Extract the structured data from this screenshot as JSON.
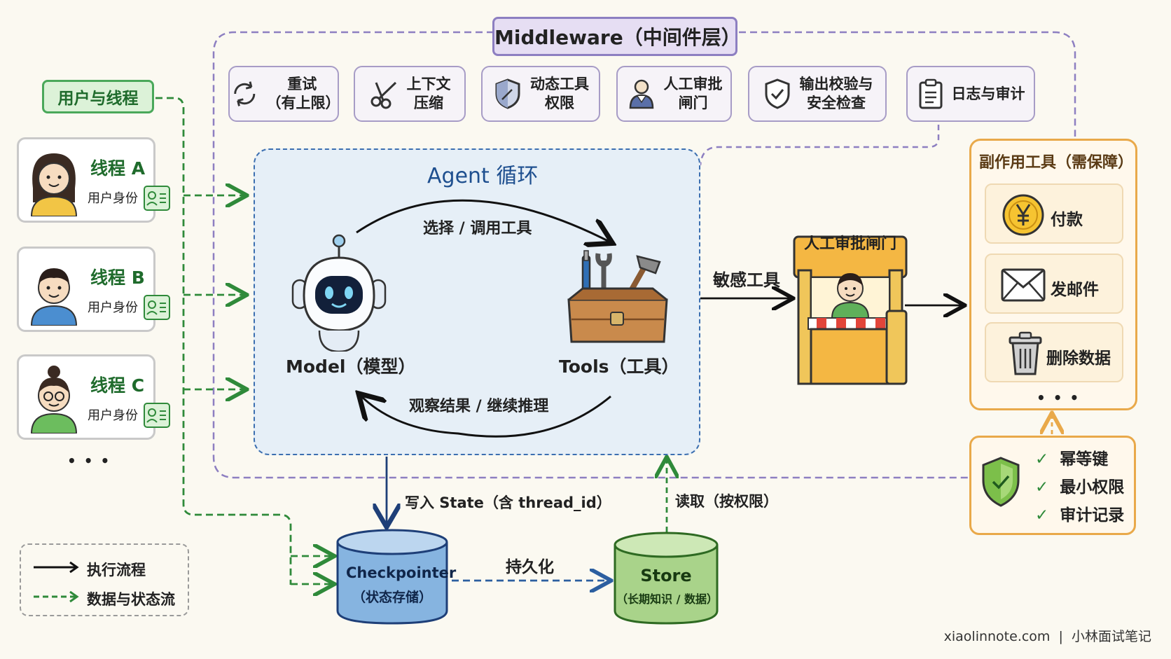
{
  "middleware": {
    "title": "Middleware（中间件层）",
    "items": [
      {
        "label": "重试\n（有上限）",
        "icon": "retry-icon"
      },
      {
        "label": "上下文\n压缩",
        "icon": "scissors-icon"
      },
      {
        "label": "动态工具\n权限",
        "icon": "shield-icon"
      },
      {
        "label": "人工审批\n闸门",
        "icon": "person-icon"
      },
      {
        "label": "输出校验与\n安全检查",
        "icon": "shield-check-icon"
      },
      {
        "label": "日志与审计",
        "icon": "clipboard-icon"
      }
    ]
  },
  "users": {
    "label": "用户与线程",
    "threads": [
      {
        "name": "线程 A",
        "id_label": "用户身份"
      },
      {
        "name": "线程 B",
        "id_label": "用户身份"
      },
      {
        "name": "线程 C",
        "id_label": "用户身份"
      }
    ],
    "more": "• • •"
  },
  "agent": {
    "title": "Agent 循环",
    "model_label": "Model（模型）",
    "tools_label": "Tools（工具）",
    "top_arrow": "选择 / 调用工具",
    "bottom_arrow": "观察结果 / 继续推理"
  },
  "gate": {
    "sensitive_label": "敏感工具",
    "title": "人工审批闸门"
  },
  "side_effects": {
    "title": "副作用工具（需保障）",
    "items": [
      {
        "label": "付款",
        "icon": "yen-icon"
      },
      {
        "label": "发邮件",
        "icon": "mail-icon"
      },
      {
        "label": "删除数据",
        "icon": "trash-icon"
      }
    ],
    "more": "• • •"
  },
  "guarantees": {
    "items": [
      "幂等键",
      "最小权限",
      "审计记录"
    ]
  },
  "storage": {
    "write_label": "写入 State（含 thread_id）",
    "read_label": "读取（按权限）",
    "checkpointer_title": "Checkpointer",
    "checkpointer_sub": "（状态存储）",
    "persist_label": "持久化",
    "store_title": "Store",
    "store_sub": "（长期知识 / 数据）"
  },
  "legend": {
    "exec": "执行流程",
    "data": "数据与状态流"
  },
  "footer": "xiaolinnote.com  |  小林面试笔记",
  "colors": {
    "purple": "#8d7fc1",
    "green": "#2f8a3a",
    "blue": "#3c6fb0",
    "orange": "#e9a94a"
  }
}
